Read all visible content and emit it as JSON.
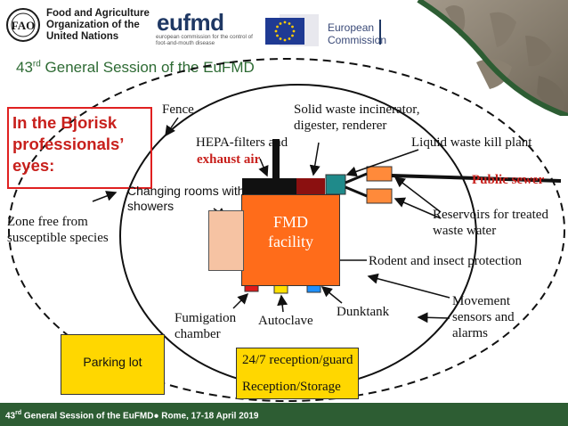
{
  "header": {
    "fao_lines": [
      "Food and Agriculture",
      "Organization of the",
      "United Nations"
    ],
    "eufmd_logo": "eufmd",
    "eufmd_subtitle": "european commission for the control of foot-and-mouth disease",
    "ec_lines": [
      "European",
      "Commission"
    ]
  },
  "slide": {
    "title_number": "43",
    "title_sup": "rd",
    "title_rest": " General Session of the EuFMD",
    "callout": "In the Bjorisk professionals’ eyes:"
  },
  "diagram": {
    "fence": "Fence",
    "solid_waste": "Solid waste incinerator, digester, renderer",
    "hepa": "HEPA-filters and",
    "exhaust": "exhaust air",
    "liquid_waste": "Liquid waste kill plant",
    "public_sewer": "Public sewer",
    "changing_rooms": "Changing rooms with showers",
    "zone_free": "Zone free from susceptible species",
    "fmd_facility": "FMD facility",
    "reservoirs": "Reservoirs for treated waste water",
    "rodent": "Rodent and insect protection",
    "movement": "Movement sensors and alarms",
    "fumigation": "Fumigation chamber",
    "autoclave": "Autoclave",
    "dunktank": "Dunktank",
    "parking_lot": "Parking lot",
    "reception_guard": "24/7 reception/guard",
    "reception_storage": "Reception/Storage"
  },
  "colors": {
    "footer_green": "#2d5d33",
    "title_green": "#2e6b34",
    "facility_orange": "#ff6c1a",
    "callout_red": "#c8201c",
    "box_yellow": "#ffd700"
  },
  "footer": {
    "number": "43",
    "sup": "rd",
    "text_a": " General Session of the EuFMD",
    "bullet": "●",
    "text_b": " Rome, 17-18 April 2019"
  }
}
